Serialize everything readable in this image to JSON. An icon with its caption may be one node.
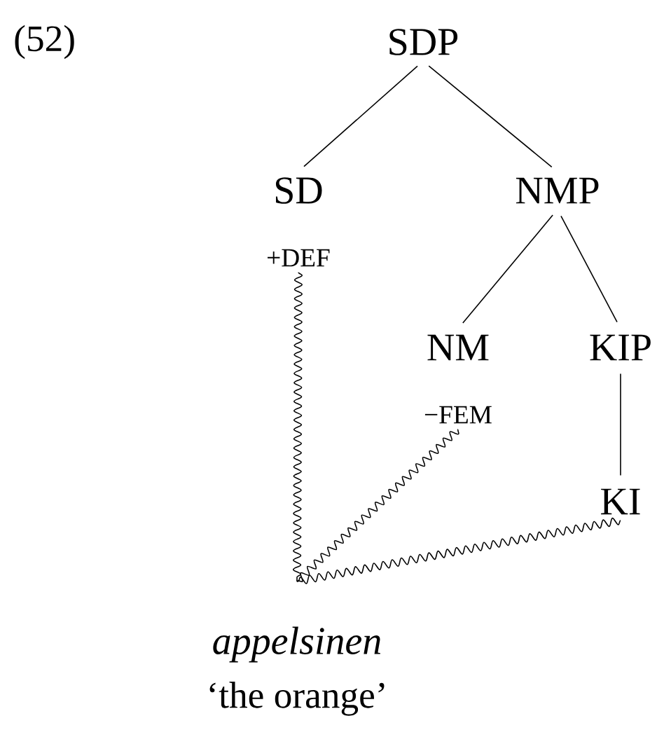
{
  "diagram": {
    "nodes": [
      {
        "text": [
          "SDP"
        ]
      },
      {
        "text": [
          "SD",
          "+DEF"
        ]
      },
      {
        "text": [
          "NMP"
        ]
      },
      {
        "text": [
          "NM",
          "−FEM"
        ]
      },
      {
        "text": [
          "KIP"
        ]
      },
      {
        "text": [
          "KI"
        ]
      },
      {
        "text": [
          "*appelsinen*"
        ],
        "beside": [
          "‘the orange’"
        ]
      }
    ],
    "edges": [
      {
        "from": 0,
        "to": 1,
        "arrow": "none"
      },
      {
        "from": 0,
        "to": 2,
        "arrow": "none"
      },
      {
        "from": 2,
        "to": 3,
        "arrow": "none"
      },
      {
        "from": 2,
        "to": 4,
        "arrow": "none"
      },
      {
        "from": 4,
        "to": 5,
        "arrow": "none"
      },
      {
        "from": 1,
        "to": 6,
        "arrow": "none"
      },
      {
        "from": 3,
        "to": 6,
        "arrow": "none"
      },
      {
        "from": 5,
        "to": 6,
        "arrow": "none"
      }
    ],
    "labels": [
      "(52)"
    ]
  }
}
